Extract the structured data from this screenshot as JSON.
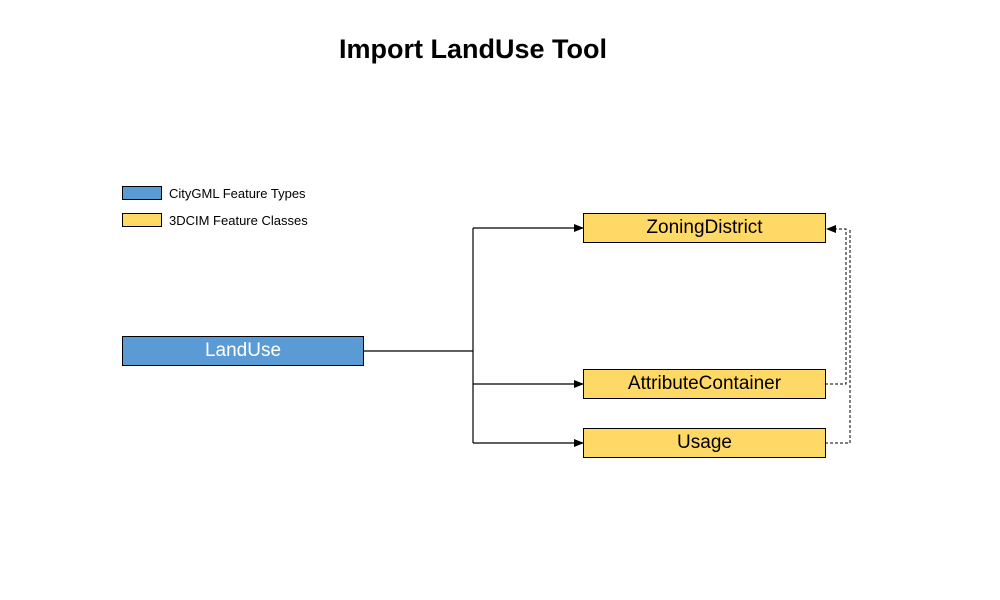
{
  "title": "Import LandUse Tool",
  "colors": {
    "citygml_fill": "#5b9bd5",
    "cim_fill": "#ffd966",
    "line": "#000000",
    "background": "#ffffff"
  },
  "legend": [
    {
      "label": "CityGML Feature Types",
      "color": "#5b9bd5"
    },
    {
      "label": "3DCIM Feature Classes",
      "color": "#ffd966"
    }
  ],
  "nodes": {
    "landuse": {
      "label": "LandUse",
      "kind": "CityGML Feature Type"
    },
    "zoning_district": {
      "label": "ZoningDistrict",
      "kind": "3DCIM Feature Class"
    },
    "attribute_container": {
      "label": "AttributeContainer",
      "kind": "3DCIM Feature Class"
    },
    "usage": {
      "label": "Usage",
      "kind": "3DCIM Feature Class"
    }
  },
  "edges": [
    {
      "from": "LandUse",
      "to": "ZoningDistrict",
      "style": "solid"
    },
    {
      "from": "LandUse",
      "to": "AttributeContainer",
      "style": "solid"
    },
    {
      "from": "LandUse",
      "to": "Usage",
      "style": "solid"
    },
    {
      "from": "AttributeContainer",
      "to": "ZoningDistrict",
      "style": "dashed"
    },
    {
      "from": "Usage",
      "to": "ZoningDistrict",
      "style": "dashed"
    }
  ]
}
